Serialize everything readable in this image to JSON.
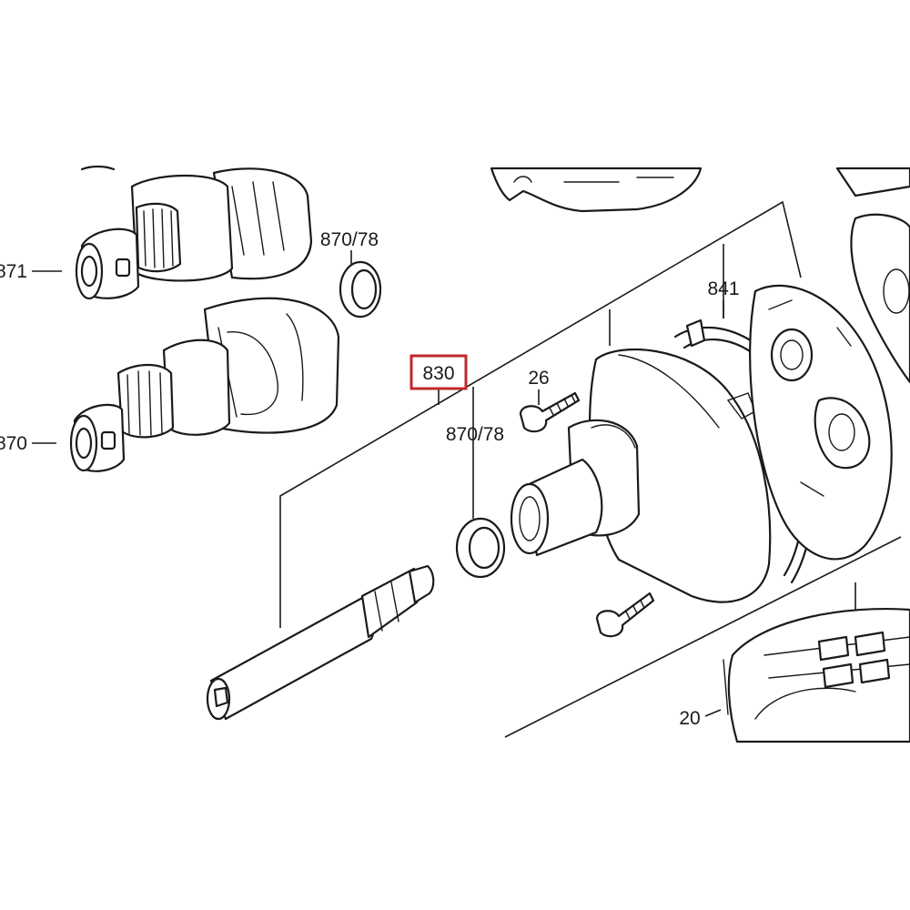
{
  "diagram": {
    "callouts": {
      "p871": "871",
      "p870": "870",
      "p870_78_top": "870/78",
      "p830": "830",
      "p870_78_mid": "870/78",
      "p26": "26",
      "p841": "841",
      "p20": "20"
    },
    "highlight_color": "#c0282d"
  }
}
